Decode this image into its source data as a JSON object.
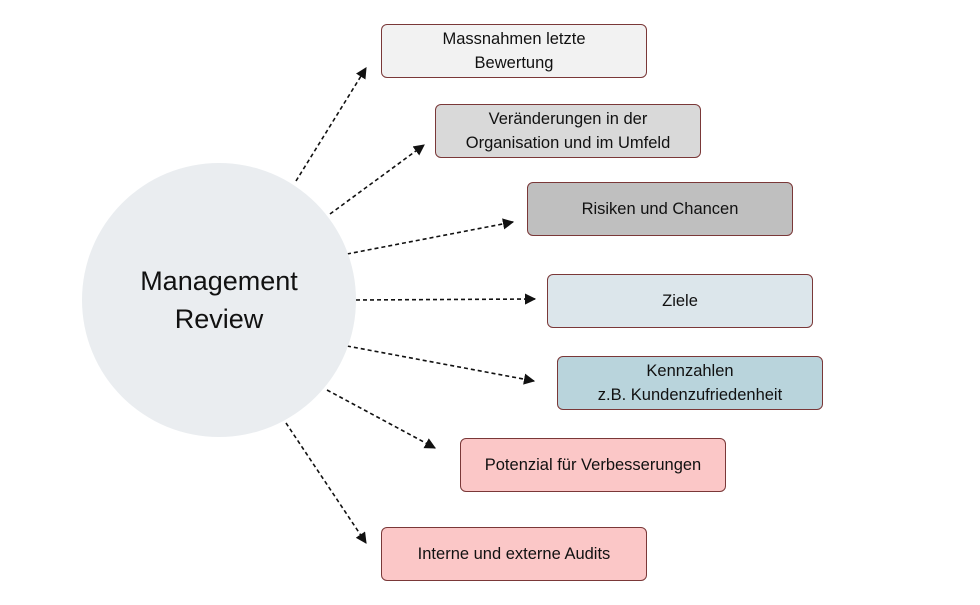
{
  "center": {
    "label": "Management\nReview",
    "color": "#eaedf0"
  },
  "items": [
    {
      "label": "Massnahmen letzte\nBewertung",
      "color": "#f2f2f2"
    },
    {
      "label": "Veränderungen in der\nOrganisation und im Umfeld",
      "color": "#d9d9d9"
    },
    {
      "label": "Risiken und Chancen",
      "color": "#bfbfbf"
    },
    {
      "label": "Ziele",
      "color": "#dce6eb"
    },
    {
      "label": "Kennzahlen\nz.B. Kundenzufriedenheit",
      "color": "#b9d4dc"
    },
    {
      "label": "Potenzial für Verbesserungen",
      "color": "#fbc7c7"
    },
    {
      "label": "Interne und externe Audits",
      "color": "#fbc7c7"
    }
  ],
  "colors": {
    "border": "#7a3838",
    "arrow": "#111111"
  }
}
